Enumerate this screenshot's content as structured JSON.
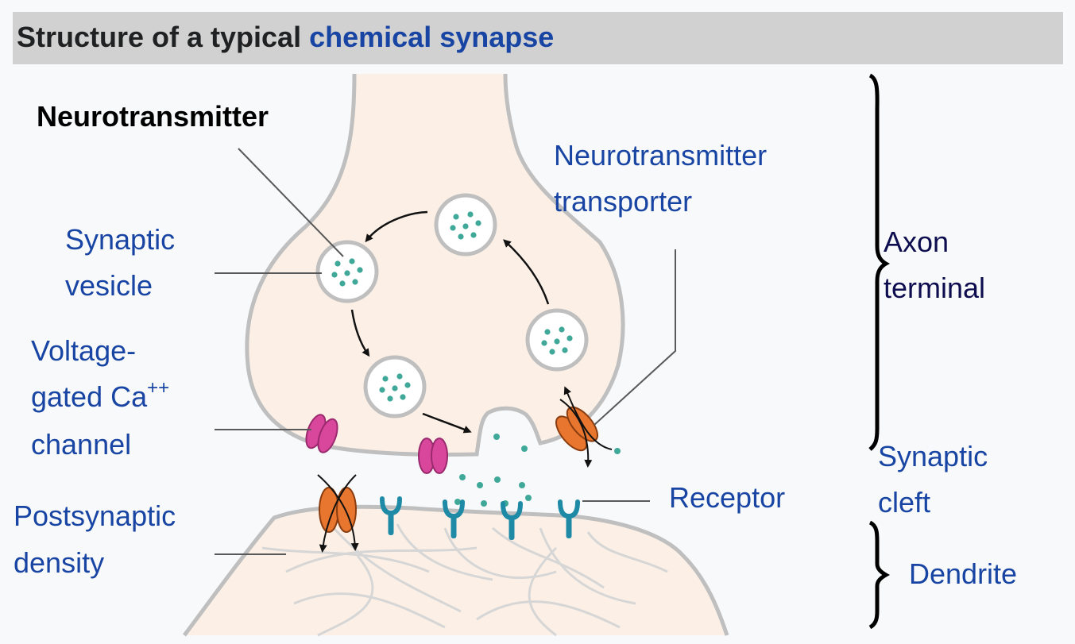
{
  "caption": {
    "prefix": "Structure of a typical",
    "link": "chemical synapse"
  },
  "labels": {
    "neurotransmitter": "Neurotransmitter",
    "neurotransmitter_transporter_1": "Neurotransmitter",
    "neurotransmitter_transporter_2": "transporter",
    "synaptic_vesicle_1": "Synaptic",
    "synaptic_vesicle_2": "vesicle",
    "voltage_gated_1": "Voltage-",
    "voltage_gated_2": "gated Ca",
    "voltage_gated_sup": "++",
    "voltage_gated_3": "channel",
    "postsynaptic_1": "Postsynaptic",
    "postsynaptic_2": "density",
    "receptor": "Receptor",
    "axon_terminal_1": "Axon",
    "axon_terminal_2": "terminal",
    "synaptic_cleft_1": "Synaptic",
    "synaptic_cleft_2": "cleft",
    "dendrite": "Dendrite"
  },
  "colors": {
    "membrane_fill": "#fcf0e6",
    "membrane_stroke": "#bfbfbf",
    "neurotransmitter": "#3fa898",
    "receptor": "#1e8aa6",
    "calcium_channel": "#d8479c",
    "transporter": "#e8762e",
    "label_blue": "#1845a3",
    "brace": "#000000"
  }
}
